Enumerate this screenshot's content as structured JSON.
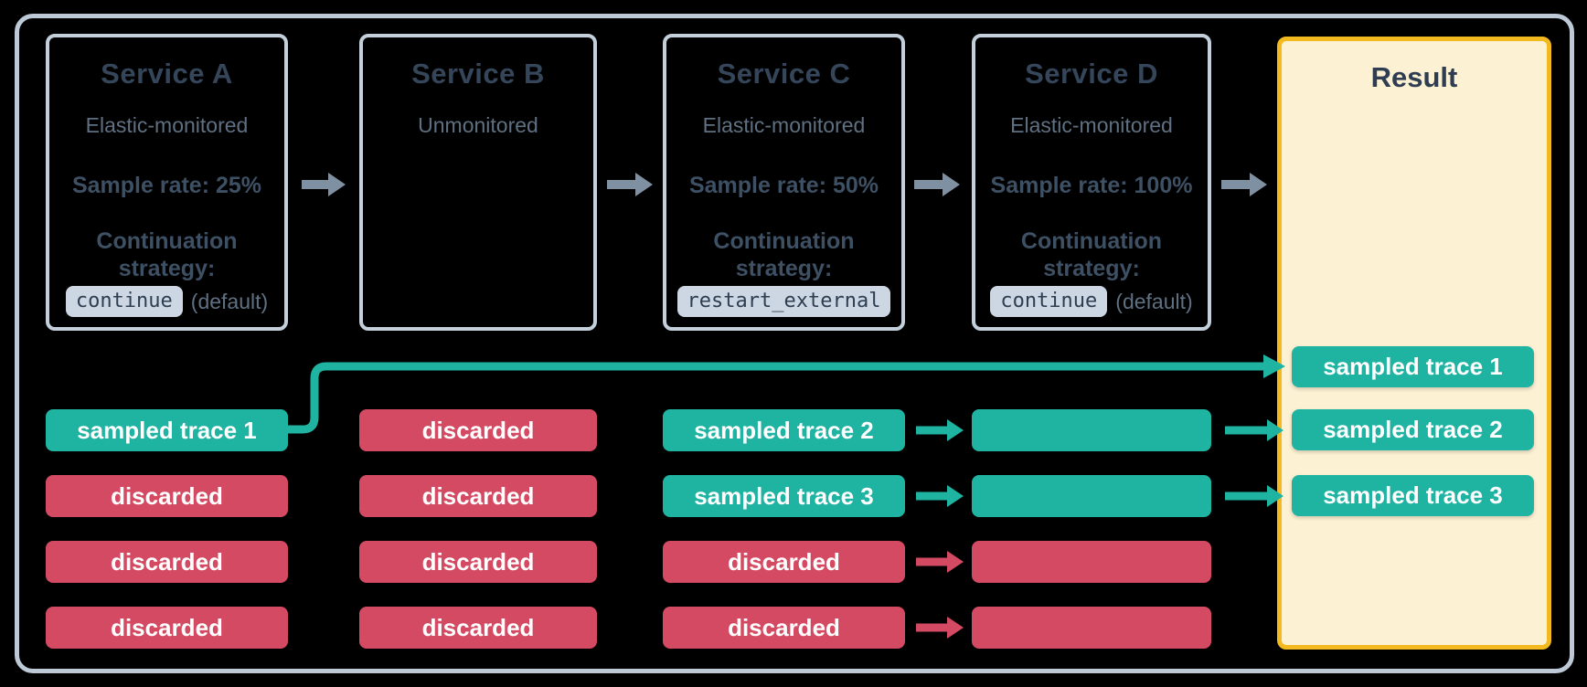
{
  "services": [
    {
      "title": "Service A",
      "subtitle": "Elastic-monitored",
      "sample_rate": "Sample rate: 25%",
      "continuation_label": "Continuation strategy:",
      "chip": "continue",
      "chip_suffix": "(default)"
    },
    {
      "title": "Service B",
      "subtitle": "Unmonitored"
    },
    {
      "title": "Service C",
      "subtitle": "Elastic-monitored",
      "sample_rate": "Sample rate: 50%",
      "continuation_label": "Continuation strategy:",
      "chip": "restart_external"
    },
    {
      "title": "Service D",
      "subtitle": "Elastic-monitored",
      "sample_rate": "Sample rate: 100%",
      "continuation_label": "Continuation strategy:",
      "chip": "continue",
      "chip_suffix": "(default)"
    }
  ],
  "result": {
    "title": "Result",
    "traces": [
      "sampled trace 1",
      "sampled trace 2",
      "sampled trace 3"
    ]
  },
  "trace_rows": {
    "service_a": [
      {
        "label": "sampled trace 1",
        "status": "sampled"
      },
      {
        "label": "discarded",
        "status": "discarded"
      },
      {
        "label": "discarded",
        "status": "discarded"
      },
      {
        "label": "discarded",
        "status": "discarded"
      }
    ],
    "service_b": [
      {
        "label": "discarded",
        "status": "discarded"
      },
      {
        "label": "discarded",
        "status": "discarded"
      },
      {
        "label": "discarded",
        "status": "discarded"
      },
      {
        "label": "discarded",
        "status": "discarded"
      }
    ],
    "service_c": [
      {
        "label": "sampled trace 2",
        "status": "sampled"
      },
      {
        "label": "sampled trace 3",
        "status": "sampled"
      },
      {
        "label": "discarded",
        "status": "discarded"
      },
      {
        "label": "discarded",
        "status": "discarded"
      }
    ],
    "service_d": [
      {
        "label": "",
        "status": "sampled"
      },
      {
        "label": "",
        "status": "sampled"
      },
      {
        "label": "",
        "status": "discarded"
      },
      {
        "label": "",
        "status": "discarded"
      }
    ]
  },
  "colors": {
    "sampled_teal": "#1fb3a2",
    "discarded_red": "#d54a63",
    "result_fill": "#fdf1d3",
    "result_border": "#f3ba1f",
    "box_border": "#c4cfdc",
    "outer_border": "#bdc9d6",
    "arrow_gray": "#7f90a2",
    "title_text": "#35465a",
    "body_text": "#3e5064",
    "muted_text": "#5f7082",
    "chip_bg": "#ccd7e3",
    "chip_text": "#2e3e50"
  }
}
